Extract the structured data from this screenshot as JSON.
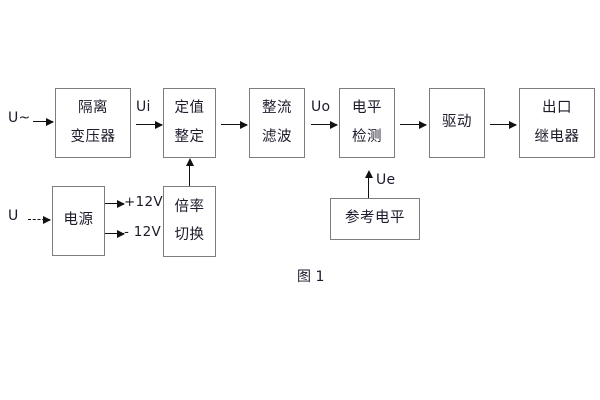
{
  "figure": {
    "caption": "图 1",
    "blocks": [
      {
        "id": "isolation-transformer",
        "lines": [
          "隔离",
          "变压器"
        ]
      },
      {
        "id": "setting-value",
        "lines": [
          "定值",
          "整定"
        ]
      },
      {
        "id": "rectify-filter",
        "lines": [
          "整流",
          "滤波"
        ]
      },
      {
        "id": "level-detection",
        "lines": [
          "电平",
          "检测"
        ]
      },
      {
        "id": "drive",
        "lines": [
          "驱动"
        ]
      },
      {
        "id": "output-relay",
        "lines": [
          "出口",
          "继电器"
        ]
      },
      {
        "id": "power-supply",
        "lines": [
          "电源"
        ]
      },
      {
        "id": "multiplier-switch",
        "lines": [
          "倍率",
          "切换"
        ]
      },
      {
        "id": "reference-level",
        "lines": [
          "参考电平"
        ]
      }
    ],
    "labels": {
      "input_ac": "U~",
      "input_dc": "U",
      "signal_ui": "Ui",
      "signal_uo": "Uo",
      "signal_ue": "Ue",
      "rail_positive": "+12V",
      "rail_negative": "- 12V"
    },
    "colors": {
      "box_border": "#7d7d7d",
      "text": "#1b1b2b",
      "connector": "#111111",
      "background": "#ffffff"
    }
  }
}
